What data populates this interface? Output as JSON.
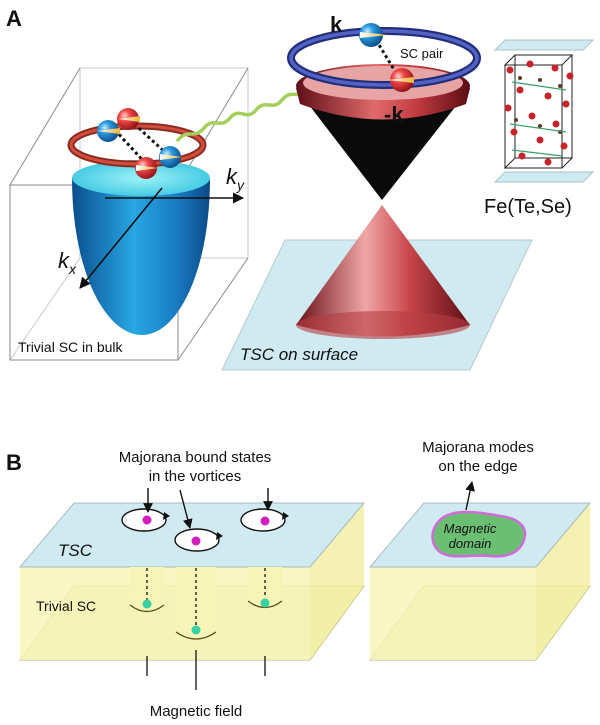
{
  "panel_a": {
    "panel_label": "A",
    "k_label": "k",
    "minus_k_label": "-k",
    "sc_pair_label": "SC pair",
    "ky_base": "k",
    "ky_sub": "y",
    "kx_base": "k",
    "kx_sub": "x",
    "bulk_label": "Trivial SC in bulk",
    "surface_label": "TSC on surface",
    "material_label": "Fe(Te,Se)"
  },
  "panel_b": {
    "panel_label": "B",
    "majorana_vortices_line1": "Majorana bound states",
    "majorana_vortices_line2": "in the vortices",
    "tsc_label": "TSC",
    "trivial_sc_label": "Trivial SC",
    "magnetic_field_label": "Magnetic field",
    "majorana_edge_line1": "Majorana modes",
    "majorana_edge_line2": "on the edge",
    "magnetic_domain_line1": "Magnetic",
    "magnetic_domain_line2": "domain"
  },
  "colors": {
    "tsc_plane": "#cfeaf0",
    "trivial_layer": "#f7f4b8",
    "lower_layer": "#e3efb6",
    "cone_red": "#c9363b",
    "paraboloid_blue": "#1e8fd0",
    "ring_blue": "#3c4aa6",
    "electron_red": "#e0232d",
    "electron_blue": "#1d8bd6",
    "photon_green": "#9ccc52",
    "vortex_magenta": "#d11ebd",
    "vortex_teal": "#35d3a2",
    "domain_green": "#6bbf73",
    "domain_edge": "#d26bd9"
  }
}
